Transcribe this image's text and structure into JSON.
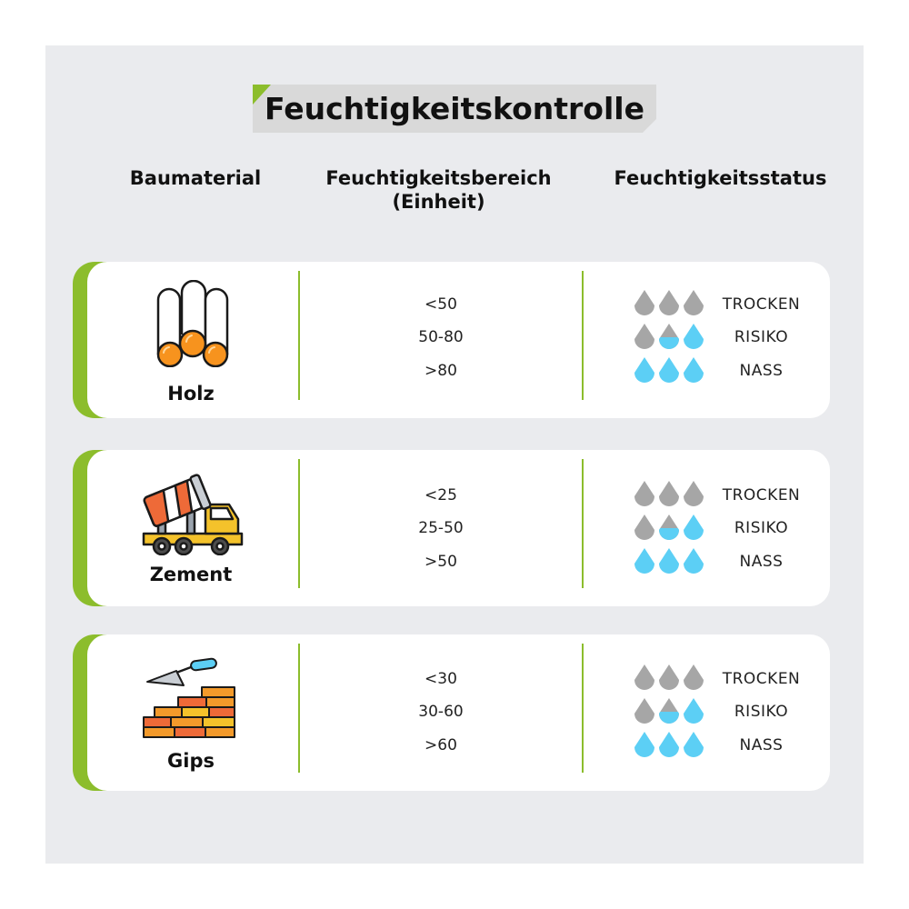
{
  "title": "Feuchtigkeitskontrolle",
  "headers": {
    "material": "Baumaterial",
    "range_line1": "Feuchtigkeitsbereich",
    "range_line2": "(Einheit)",
    "status": "Feuchtigkeitsstatus"
  },
  "colors": {
    "accent_green": "#8cbd2c",
    "drop_gray": "#a6a6a6",
    "drop_blue": "#5ccff5",
    "panel_bg": "#eaebee"
  },
  "rows": [
    {
      "material": "Holz",
      "icon": "wood-logs-icon",
      "ranges": [
        "<50",
        "50-80",
        ">80"
      ],
      "statuses": [
        "TROCKEN",
        "RISIKO",
        "NASS"
      ]
    },
    {
      "material": "Zement",
      "icon": "cement-mixer-truck-icon",
      "ranges": [
        "<25",
        "25-50",
        ">50"
      ],
      "statuses": [
        "TROCKEN",
        "RISIKO",
        "NASS"
      ]
    },
    {
      "material": "Gips",
      "icon": "trowel-bricks-icon",
      "ranges": [
        "<30",
        "30-60",
        ">60"
      ],
      "statuses": [
        "TROCKEN",
        "RISIKO",
        "NASS"
      ]
    }
  ]
}
